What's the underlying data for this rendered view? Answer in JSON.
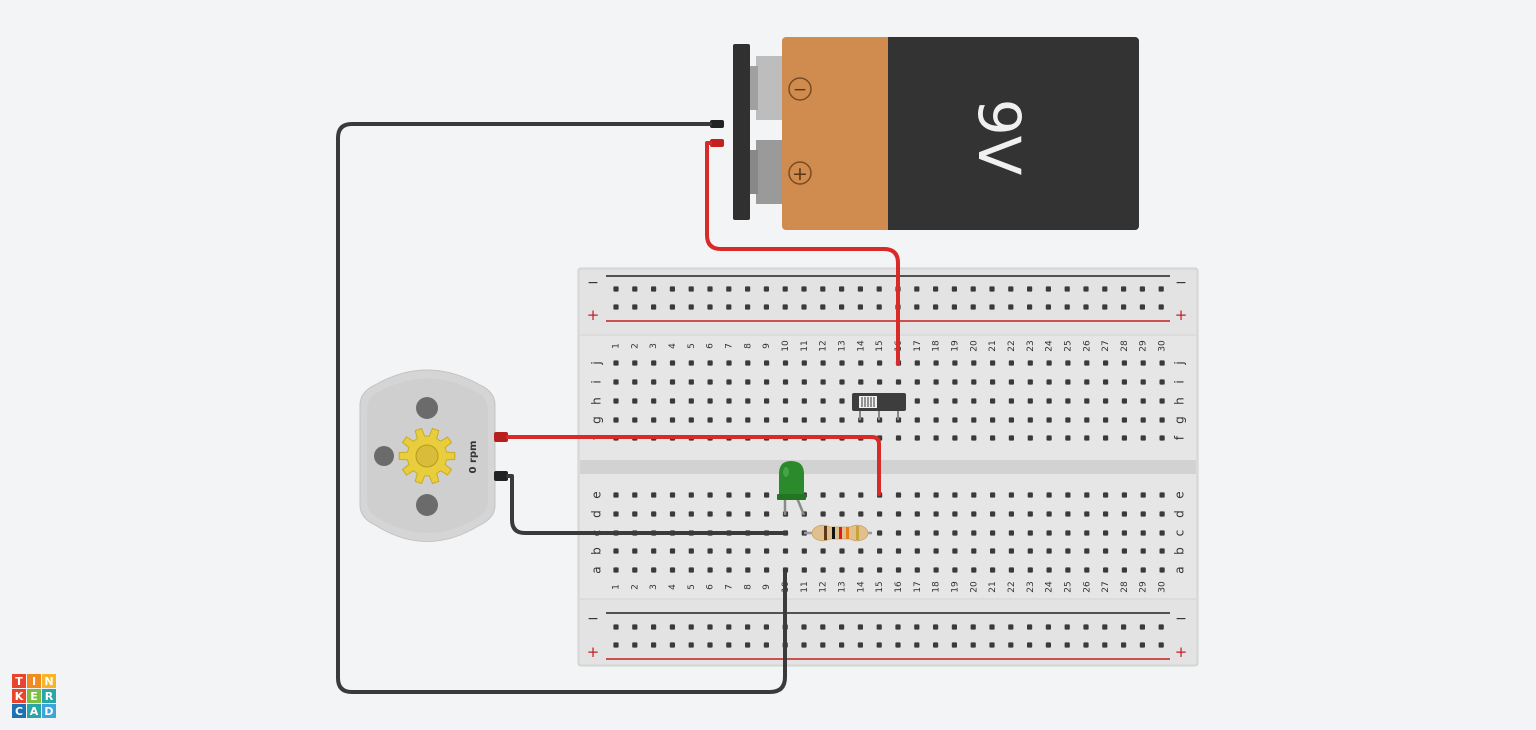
{
  "battery": {
    "label": "9V",
    "minus_symbol": "−",
    "plus_symbol": "+"
  },
  "motor": {
    "rpm": 0,
    "rpm_label": "0 rpm"
  },
  "breadboard": {
    "columns": 30,
    "top_rows": [
      "j",
      "i",
      "h",
      "g",
      "f"
    ],
    "bottom_rows": [
      "e",
      "d",
      "c",
      "b",
      "a"
    ],
    "rail_minus": "−",
    "rail_plus": "+"
  },
  "components": {
    "led_color": "green",
    "resistor": "resistor",
    "switch": "slide switch"
  },
  "colors": {
    "background": "#f3f4f6",
    "wire_red": "#d92a2a",
    "wire_black": "#3a3a3a",
    "battery_copper": "#d08c4f",
    "battery_body": "#333333",
    "led_green": "#2b8a2b",
    "gear_yellow": "#e8cd3c"
  },
  "logo": {
    "letters": [
      "T",
      "I",
      "N",
      "K",
      "E",
      "R",
      "C",
      "A",
      "D"
    ]
  }
}
